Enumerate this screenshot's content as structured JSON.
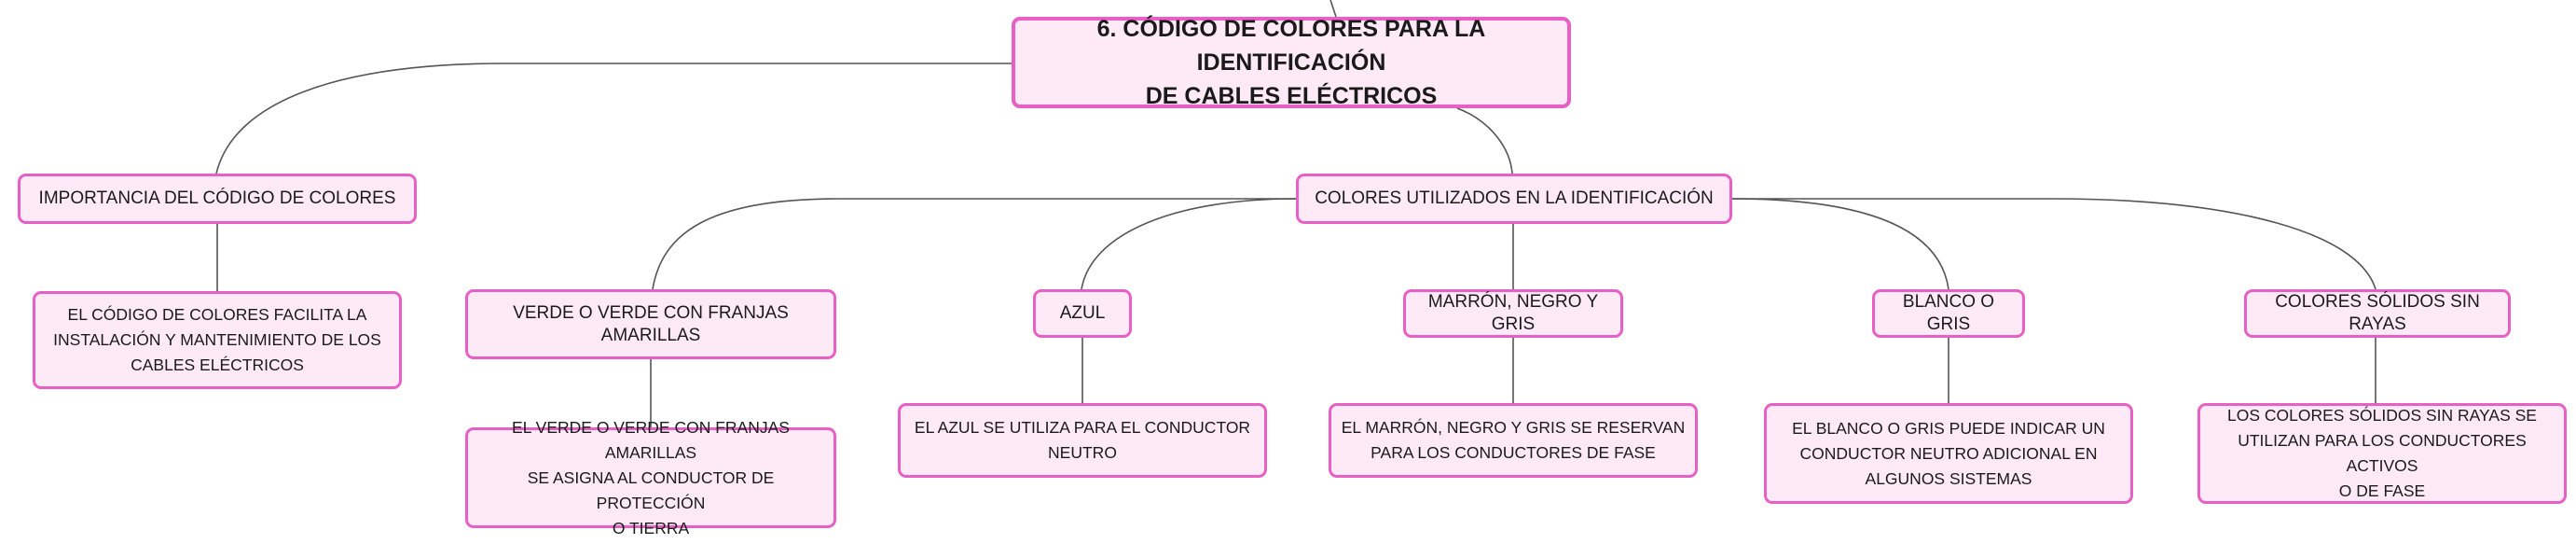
{
  "colors": {
    "border": "#e85fc6",
    "fill": "#fdeaf6",
    "line": "#555555"
  },
  "root": {
    "line1": "6. CÓDIGO DE COLORES PARA LA IDENTIFICACIÓN",
    "line2": "DE CABLES ELÉCTRICOS"
  },
  "importance": {
    "title": "IMPORTANCIA DEL CÓDIGO DE COLORES",
    "detail": [
      "EL CÓDIGO DE COLORES FACILITA LA",
      "INSTALACIÓN Y MANTENIMIENTO DE LOS",
      "CABLES ELÉCTRICOS"
    ]
  },
  "colors_used": {
    "title": "COLORES UTILIZADOS EN LA IDENTIFICACIÓN",
    "items": [
      {
        "label": "VERDE O VERDE CON FRANJAS AMARILLAS",
        "detail": [
          "EL VERDE O VERDE CON FRANJAS AMARILLAS",
          "SE ASIGNA AL CONDUCTOR DE PROTECCIÓN",
          "O TIERRA"
        ]
      },
      {
        "label": "AZUL",
        "detail": [
          "EL AZUL SE UTILIZA PARA EL CONDUCTOR",
          "NEUTRO"
        ]
      },
      {
        "label": "MARRÓN, NEGRO Y GRIS",
        "detail": [
          "EL MARRÓN, NEGRO Y GRIS SE RESERVAN",
          "PARA LOS CONDUCTORES DE FASE"
        ]
      },
      {
        "label": "BLANCO O GRIS",
        "detail": [
          "EL BLANCO O GRIS PUEDE INDICAR UN",
          "CONDUCTOR NEUTRO ADICIONAL EN",
          "ALGUNOS SISTEMAS"
        ]
      },
      {
        "label": "COLORES SÓLIDOS SIN RAYAS",
        "detail": [
          "LOS COLORES SÓLIDOS SIN RAYAS SE",
          "UTILIZAN PARA LOS CONDUCTORES ACTIVOS",
          "O DE FASE"
        ]
      }
    ]
  }
}
